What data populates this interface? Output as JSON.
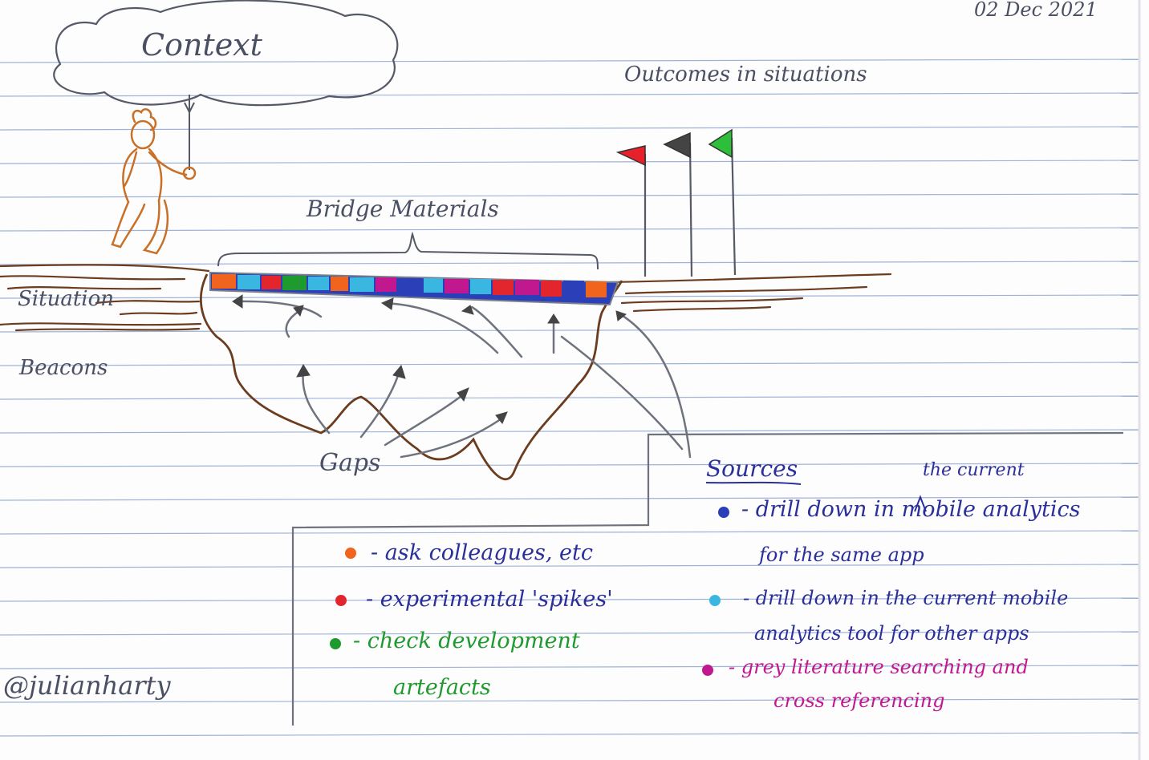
{
  "date": "02 Dec 2021",
  "context": "Context",
  "outcomes": "Outcomes in situations",
  "bridge_materials": "Bridge Materials",
  "situation": "Situation",
  "beacons": "Beacons",
  "gaps": "Gaps",
  "author": "@julianharty",
  "sources": {
    "title": "Sources",
    "note": "the current",
    "items": [
      {
        "lines": [
          "- drill down in mobile analytics",
          "for the same app"
        ],
        "color": "#2b2f9a"
      },
      {
        "lines": [
          "- drill down in the current mobile",
          "analytics tool for other apps"
        ],
        "color": "#2b2f9a"
      },
      {
        "lines": [
          "- grey literature searching and",
          "cross referencing"
        ],
        "color": "#c2188f"
      }
    ]
  },
  "legend": [
    {
      "lines": [
        "- ask colleagues, etc"
      ],
      "text_color": "#2b2f9a",
      "dot_color": "#f0641e"
    },
    {
      "lines": [
        "- experimental 'spikes'"
      ],
      "text_color": "#2b2f9a",
      "dot_color": "#e3262e"
    },
    {
      "lines": [
        "- check development",
        "artefacts"
      ],
      "text_color": "#1f9a2e",
      "dot_color": "#1f9a2e"
    }
  ],
  "flag_colors": [
    "#e8202a",
    "#444444",
    "#2dbf3a"
  ]
}
